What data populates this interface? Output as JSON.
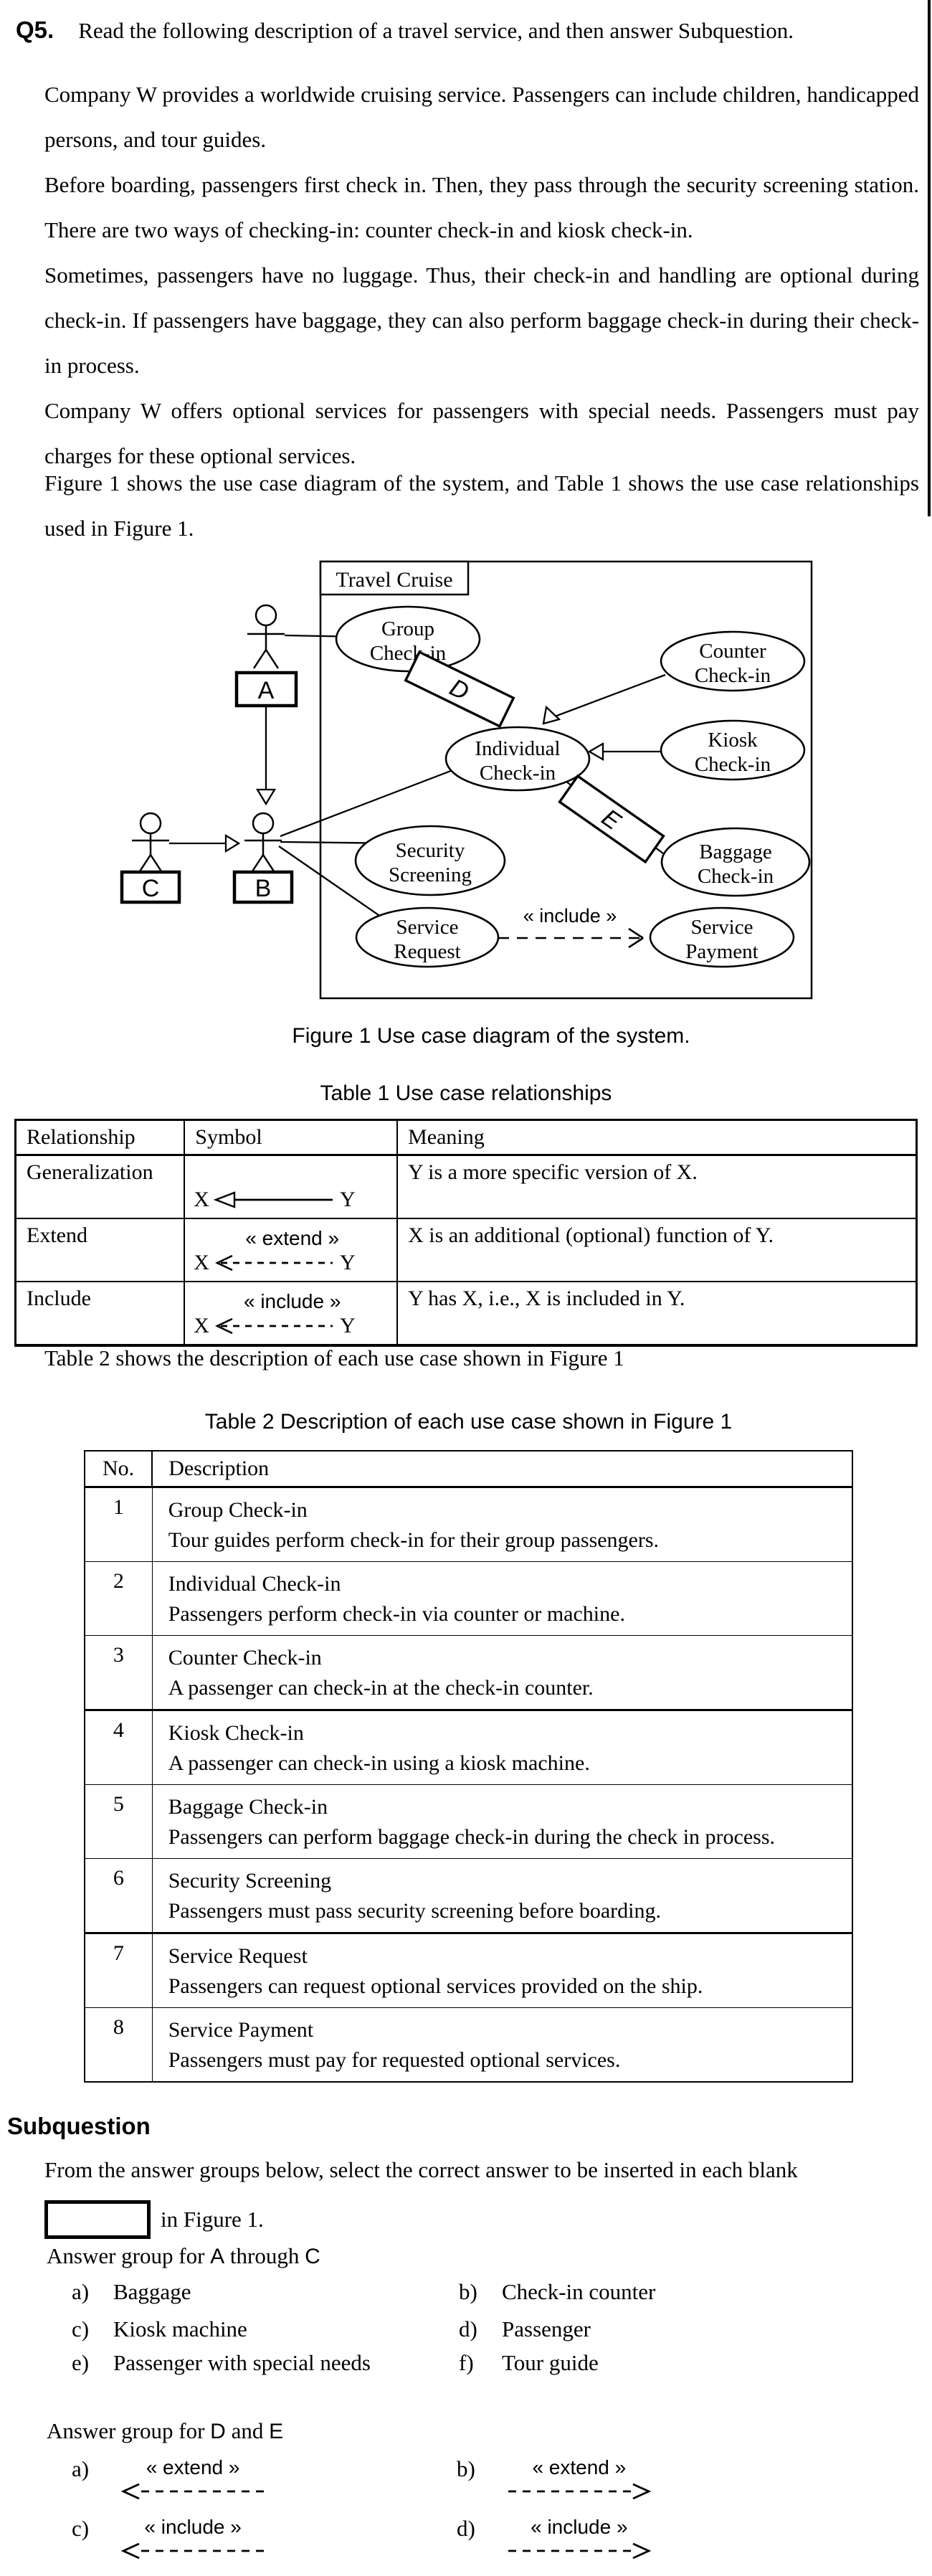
{
  "header": {
    "q5_label": "Q5.",
    "q5_text": "Read the following description of a travel service, and then answer Subquestion."
  },
  "paragraphs": {
    "p1": "Company W provides a worldwide cruising service.  Passengers can include children, handicapped persons, and tour guides.",
    "p2": "Before boarding, passengers first check in.  Then, they pass through the security screening station.  There are two ways of checking-in: counter check-in and kiosk check-in.",
    "p3": "Sometimes, passengers have no luggage.  Thus, their check-in and handling are optional during check-in.  If passengers have baggage, they can also perform baggage check-in during their check-in process.",
    "p4": "Company W offers optional services for passengers with special needs.  Passengers must pay charges for these optional services.",
    "figure_intro": "Figure 1 shows the use case diagram of the system, and Table 1 shows the use case relationships used in Figure 1.",
    "table2_intro": "Table 2 shows the description of each use case shown in Figure 1"
  },
  "diagram": {
    "system_label": "Travel Cruise",
    "caption": "Figure 1  Use case diagram of the system.",
    "actors": {
      "a": "A",
      "b": "B",
      "c": "C"
    },
    "blanks": {
      "d": "D",
      "e": "E"
    },
    "use_cases": {
      "group": {
        "l1": "Group",
        "l2": "Check-in"
      },
      "counter": {
        "l1": "Counter",
        "l2": "Check-in"
      },
      "individual": {
        "l1": "Individual",
        "l2": "Check-in"
      },
      "kiosk": {
        "l1": "Kiosk",
        "l2": "Check-in"
      },
      "security": {
        "l1": "Security",
        "l2": "Screening"
      },
      "baggage": {
        "l1": "Baggage",
        "l2": "Check-in"
      },
      "service_request": {
        "l1": "Service",
        "l2": "Request"
      },
      "service_payment": {
        "l1": "Service",
        "l2": "Payment"
      }
    },
    "include_label": "« include »"
  },
  "table1": {
    "title": "Table 1  Use case relationships",
    "headers": [
      "Relationship",
      "Symbol",
      "Meaning"
    ],
    "rows": [
      {
        "name": "Generalization",
        "stereotype": "",
        "x": "X",
        "y": "Y",
        "meaning": "Y is a more specific version of X."
      },
      {
        "name": "Extend",
        "stereotype": "« extend »",
        "x": "X",
        "y": "Y",
        "meaning": "X is an additional (optional) function of Y."
      },
      {
        "name": "Include",
        "stereotype": "« include »",
        "x": "X",
        "y": "Y",
        "meaning": "Y has X, i.e., X is included in Y."
      }
    ]
  },
  "table2": {
    "title": "Table 2  Description of each use case shown in Figure 1",
    "headers": [
      "No.",
      "Description"
    ],
    "rows": [
      {
        "no": "1",
        "name": "Group Check-in",
        "desc": "Tour guides perform check-in for their group passengers."
      },
      {
        "no": "2",
        "name": "Individual Check-in",
        "desc": "Passengers perform check-in via counter or machine."
      },
      {
        "no": "3",
        "name": "Counter Check-in",
        "desc": "A passenger can check-in at the check-in counter."
      },
      {
        "no": "4",
        "name": "Kiosk Check-in",
        "desc": "A passenger can check-in using a kiosk machine."
      },
      {
        "no": "5",
        "name": "Baggage Check-in",
        "desc": "Passengers can perform baggage check-in during the check in process."
      },
      {
        "no": "6",
        "name": "Security Screening",
        "desc": "Passengers must pass security screening before boarding."
      },
      {
        "no": "7",
        "name": "Service Request",
        "desc": "Passengers can request optional services provided on the ship."
      },
      {
        "no": "8",
        "name": "Service Payment",
        "desc": "Passengers must pay for requested optional services."
      }
    ]
  },
  "subquestion": {
    "heading": "Subquestion",
    "text1": "From the answer groups below, select the correct answer to be inserted in each blank",
    "text2": "in Figure 1."
  },
  "answer_group_ac": {
    "heading_parts": [
      "Answer group for ",
      "A",
      " through ",
      "C"
    ],
    "options": [
      {
        "letter": "a)",
        "text": "Baggage"
      },
      {
        "letter": "b)",
        "text": "Check-in counter"
      },
      {
        "letter": "c)",
        "text": "Kiosk machine"
      },
      {
        "letter": "d)",
        "text": "Passenger"
      },
      {
        "letter": "e)",
        "text": "Passenger with special needs"
      },
      {
        "letter": "f)",
        "text": "Tour guide"
      }
    ]
  },
  "answer_group_de": {
    "heading_parts": [
      "Answer group for ",
      "D",
      " and ",
      "E"
    ],
    "options": [
      {
        "letter": "a)",
        "stereotype": "« extend »",
        "arrow_class": "de-arrow left"
      },
      {
        "letter": "b)",
        "stereotype": "« extend »",
        "arrow_class": "de-arrow right"
      },
      {
        "letter": "c)",
        "stereotype": "« include »",
        "arrow_class": "de-arrow left"
      },
      {
        "letter": "d)",
        "stereotype": "« include »",
        "arrow_class": "de-arrow right"
      }
    ]
  }
}
